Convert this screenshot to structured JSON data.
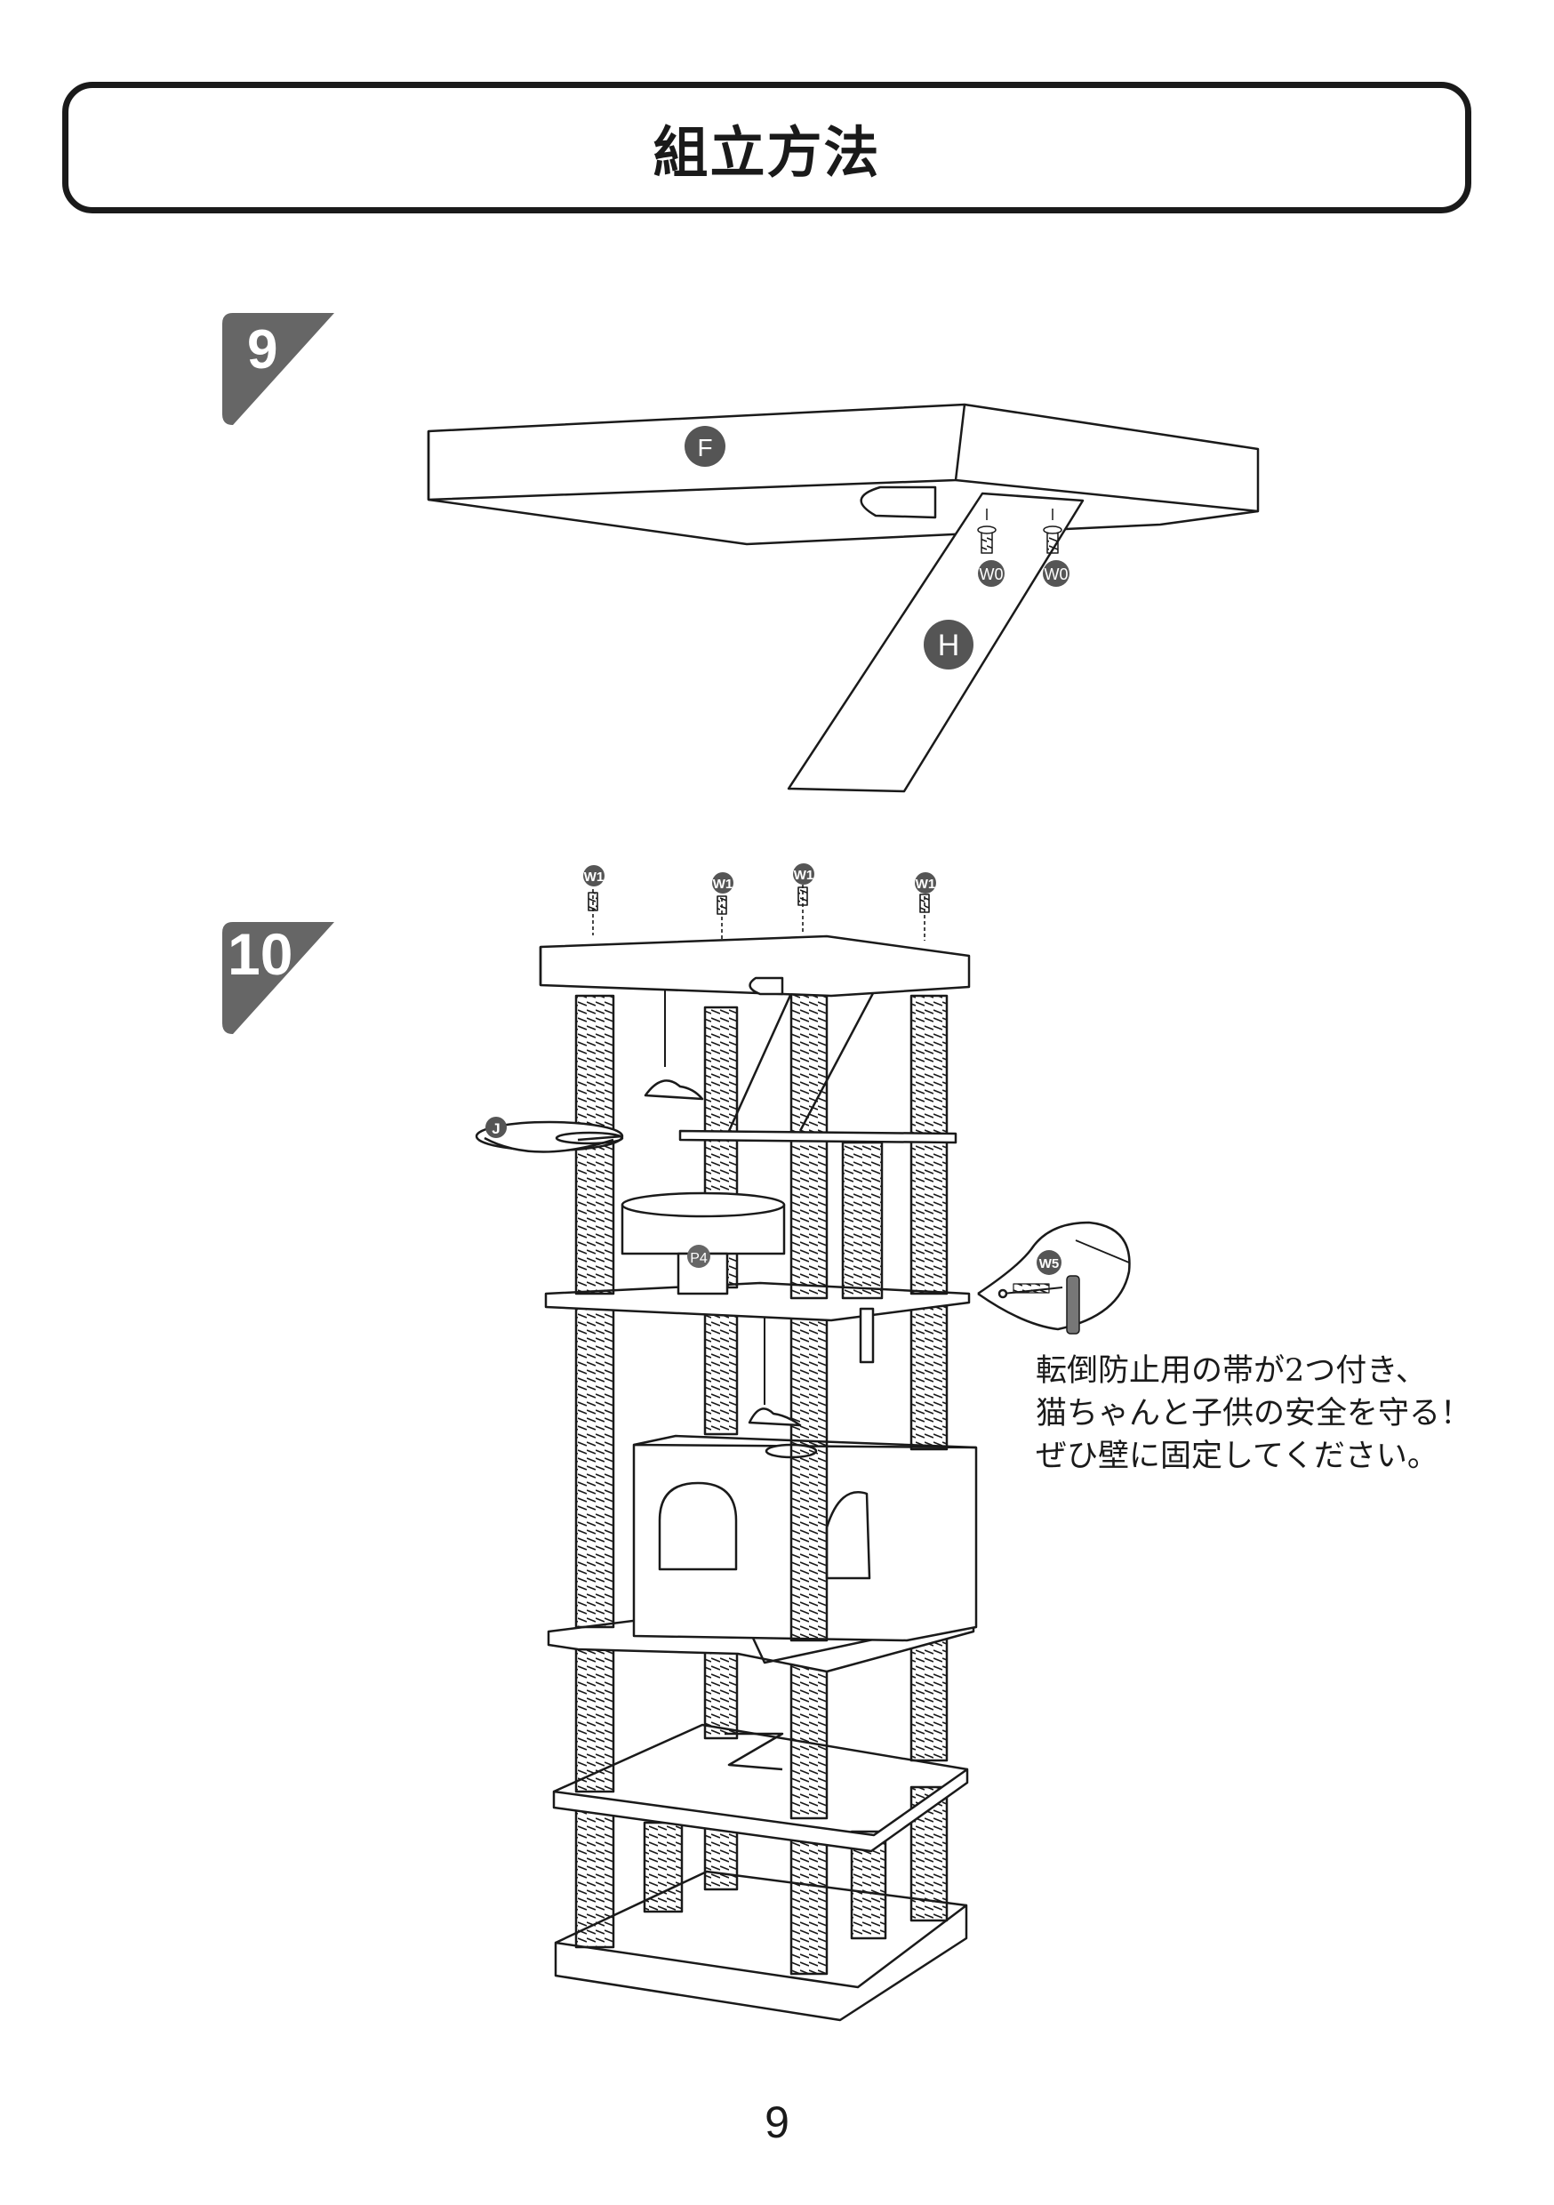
{
  "header": {
    "title": "組立方法"
  },
  "steps": [
    {
      "number": "9"
    },
    {
      "number": "10"
    }
  ],
  "part_labels": {
    "F": "F",
    "H": "H",
    "W0": "W0",
    "W1": "W1",
    "J": "J",
    "P4": "P4",
    "W5": "W5"
  },
  "note": {
    "line1": "転倒防止用の帯が2つ付き、",
    "line2": "猫ちゃんと子供の安全を守る！",
    "line3": "ぜひ壁に固定してください。"
  },
  "footer": {
    "page_number": "9"
  }
}
